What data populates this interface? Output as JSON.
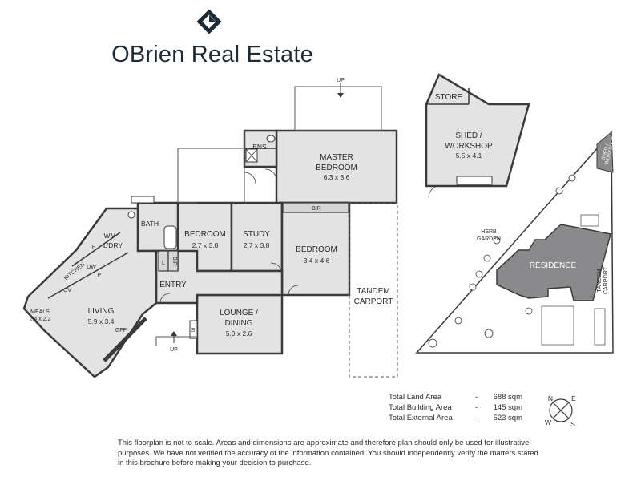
{
  "brand": {
    "name": "OBrien Real Estate",
    "logo": "diamond-logo-icon"
  },
  "rooms": {
    "master_bedroom": {
      "name_line1": "MASTER",
      "name_line2": "BEDROOM",
      "dims": "6.3 x 3.6"
    },
    "ens": "ENS",
    "bir_master": "BIR",
    "bath": "BATH",
    "bedroom_2": {
      "name": "BEDROOM",
      "dims": "2.7 x 3.8"
    },
    "study": {
      "name": "STUDY",
      "dims": "2.7 x 3.8"
    },
    "bedroom_3": {
      "name": "BEDROOM",
      "dims": "3.4 x 4.6"
    },
    "wm_ldry_line1": "WM",
    "wm_ldry_line2": "L'DRY",
    "f": "F",
    "dw": "DW",
    "p": "P",
    "kitchen": "KITCHEN",
    "ov": "OV",
    "l": "L",
    "bir_small": "BIR",
    "entry": "ENTRY",
    "meals": {
      "name": "MEALS",
      "dims": "2.4 x 2.2"
    },
    "living": {
      "name": "LIVING",
      "dims": "5.9 x 3.4"
    },
    "gfp": "GFP",
    "lounge_dining": {
      "name_line1": "LOUNGE /",
      "name_line2": "DINING",
      "dims": "5.0 x 2.6"
    },
    "s": "S",
    "up_top": "UP",
    "up_bottom": "UP",
    "tandem_carport": {
      "line1": "TANDEM",
      "line2": "CARPORT"
    },
    "store": "STORE",
    "shed_workshop": {
      "line1": "SHED /",
      "line2": "WORKSHOP",
      "dims": "5.5 x 4.1"
    }
  },
  "site": {
    "herb_garden_line1": "HERB",
    "herb_garden_line2": "GARDEN",
    "residence": "RESIDENCE",
    "shed_workshop_line1": "SHED /",
    "shed_workshop_line2": "WORKSHOP",
    "tandem_carport_line1": "TANDEM",
    "tandem_carport_line2": "CARPORT"
  },
  "areas": [
    {
      "label": "Total Land Area",
      "dash": "-",
      "value": "688 sqm"
    },
    {
      "label": "Total Building Area",
      "dash": "-",
      "value": "145 sqm"
    },
    {
      "label": "Total External Area",
      "dash": "-",
      "value": "523 sqm"
    }
  ],
  "compass": {
    "n": "N",
    "e": "E",
    "w": "W",
    "s": "S"
  },
  "disclaimer": "This floorplan is not to scale. Areas and dimensions are approximate and therefore plan should only be used for illustrative purposes. We have not verified the accuracy of the information contained. You should independently verify the matters stated in this brochure before making your decision to purchase.",
  "colors": {
    "room_fill": "#e3e3e4",
    "wall": "#3a3a3a",
    "residence_fill": "#8a8a8c",
    "brand_text": "#1d2b36"
  }
}
